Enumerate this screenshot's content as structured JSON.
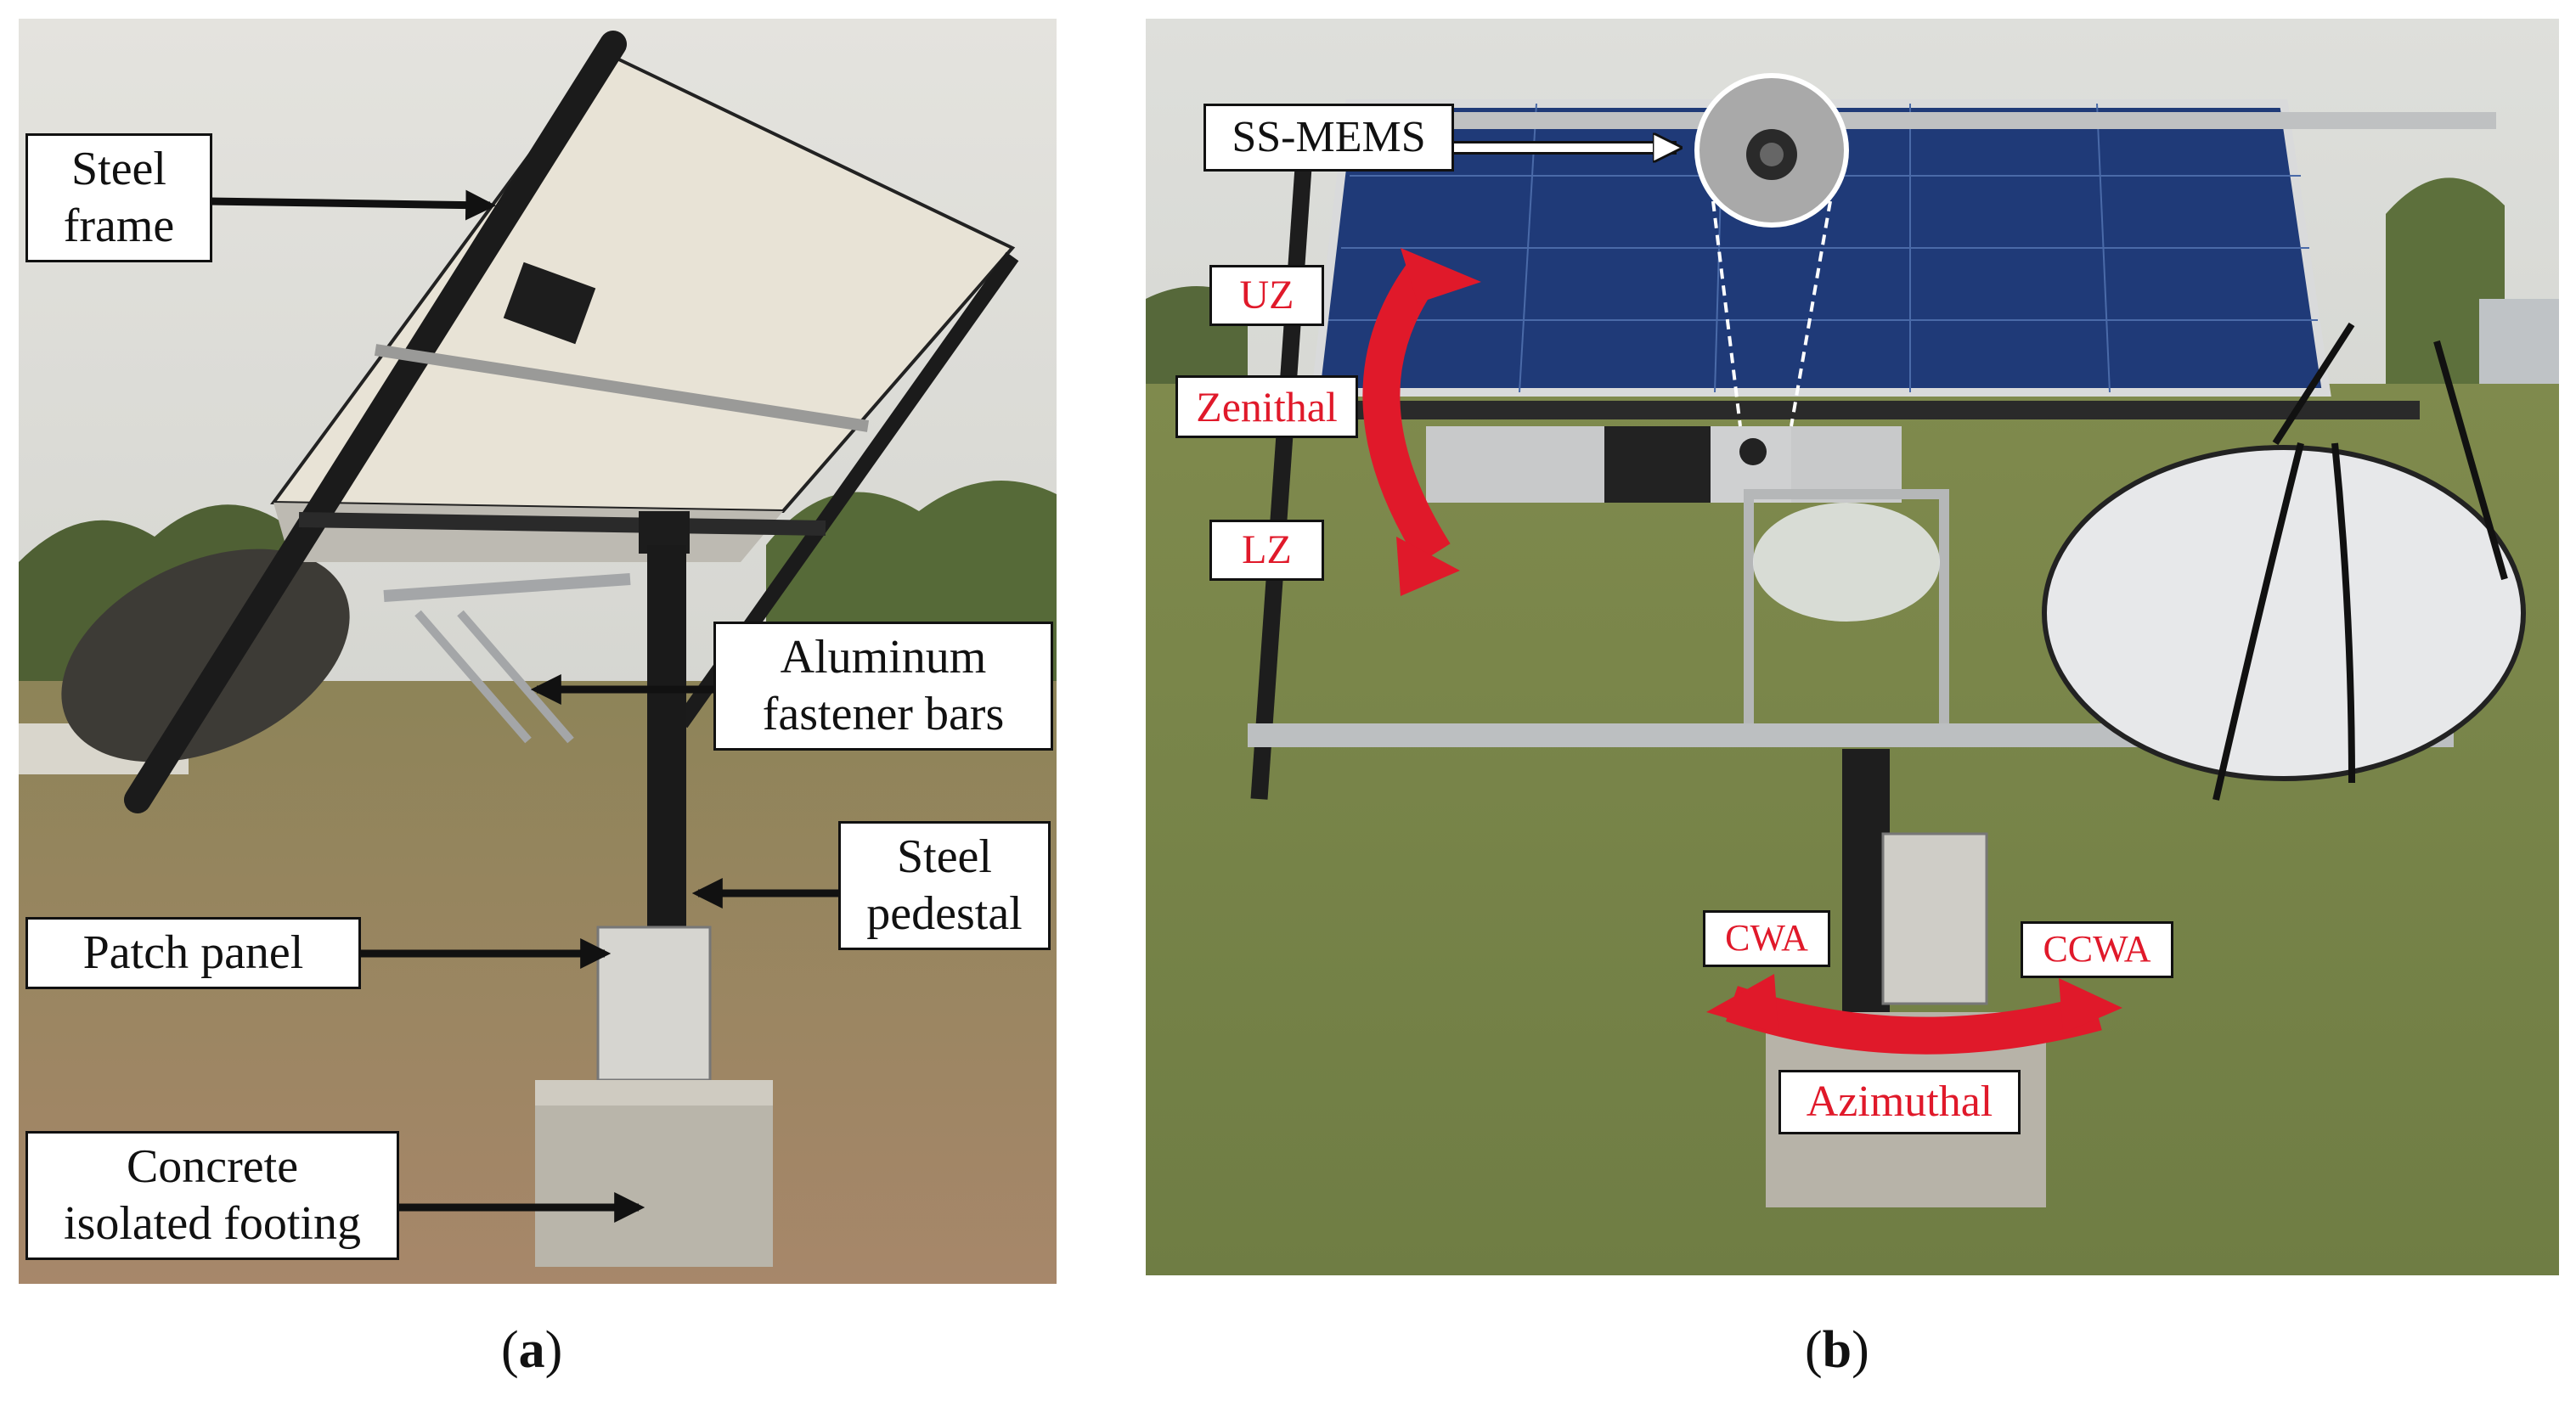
{
  "panel_a": {
    "caption_letter": "a",
    "labels": {
      "steel_frame_line1": "Steel",
      "steel_frame_line2": "frame",
      "aluminum_line1": "Aluminum",
      "aluminum_line2": "fastener bars",
      "pedestal_line1": "Steel",
      "pedestal_line2": "pedestal",
      "patch_panel": "Patch panel",
      "footing_line1": "Concrete",
      "footing_line2": "isolated footing"
    }
  },
  "panel_b": {
    "caption_letter": "b",
    "labels": {
      "ss_mems": "SS-MEMS",
      "uz": "UZ",
      "zenithal": "Zenithal",
      "lz": "LZ",
      "cwa": "CWA",
      "ccwa": "CCWA",
      "azimuthal": "Azimuthal"
    }
  },
  "colors": {
    "annotation_red": "#e0192a",
    "solar_blue": "#1f3a78",
    "sky": "#dcdcd8",
    "grass": "#7e8a4a"
  }
}
